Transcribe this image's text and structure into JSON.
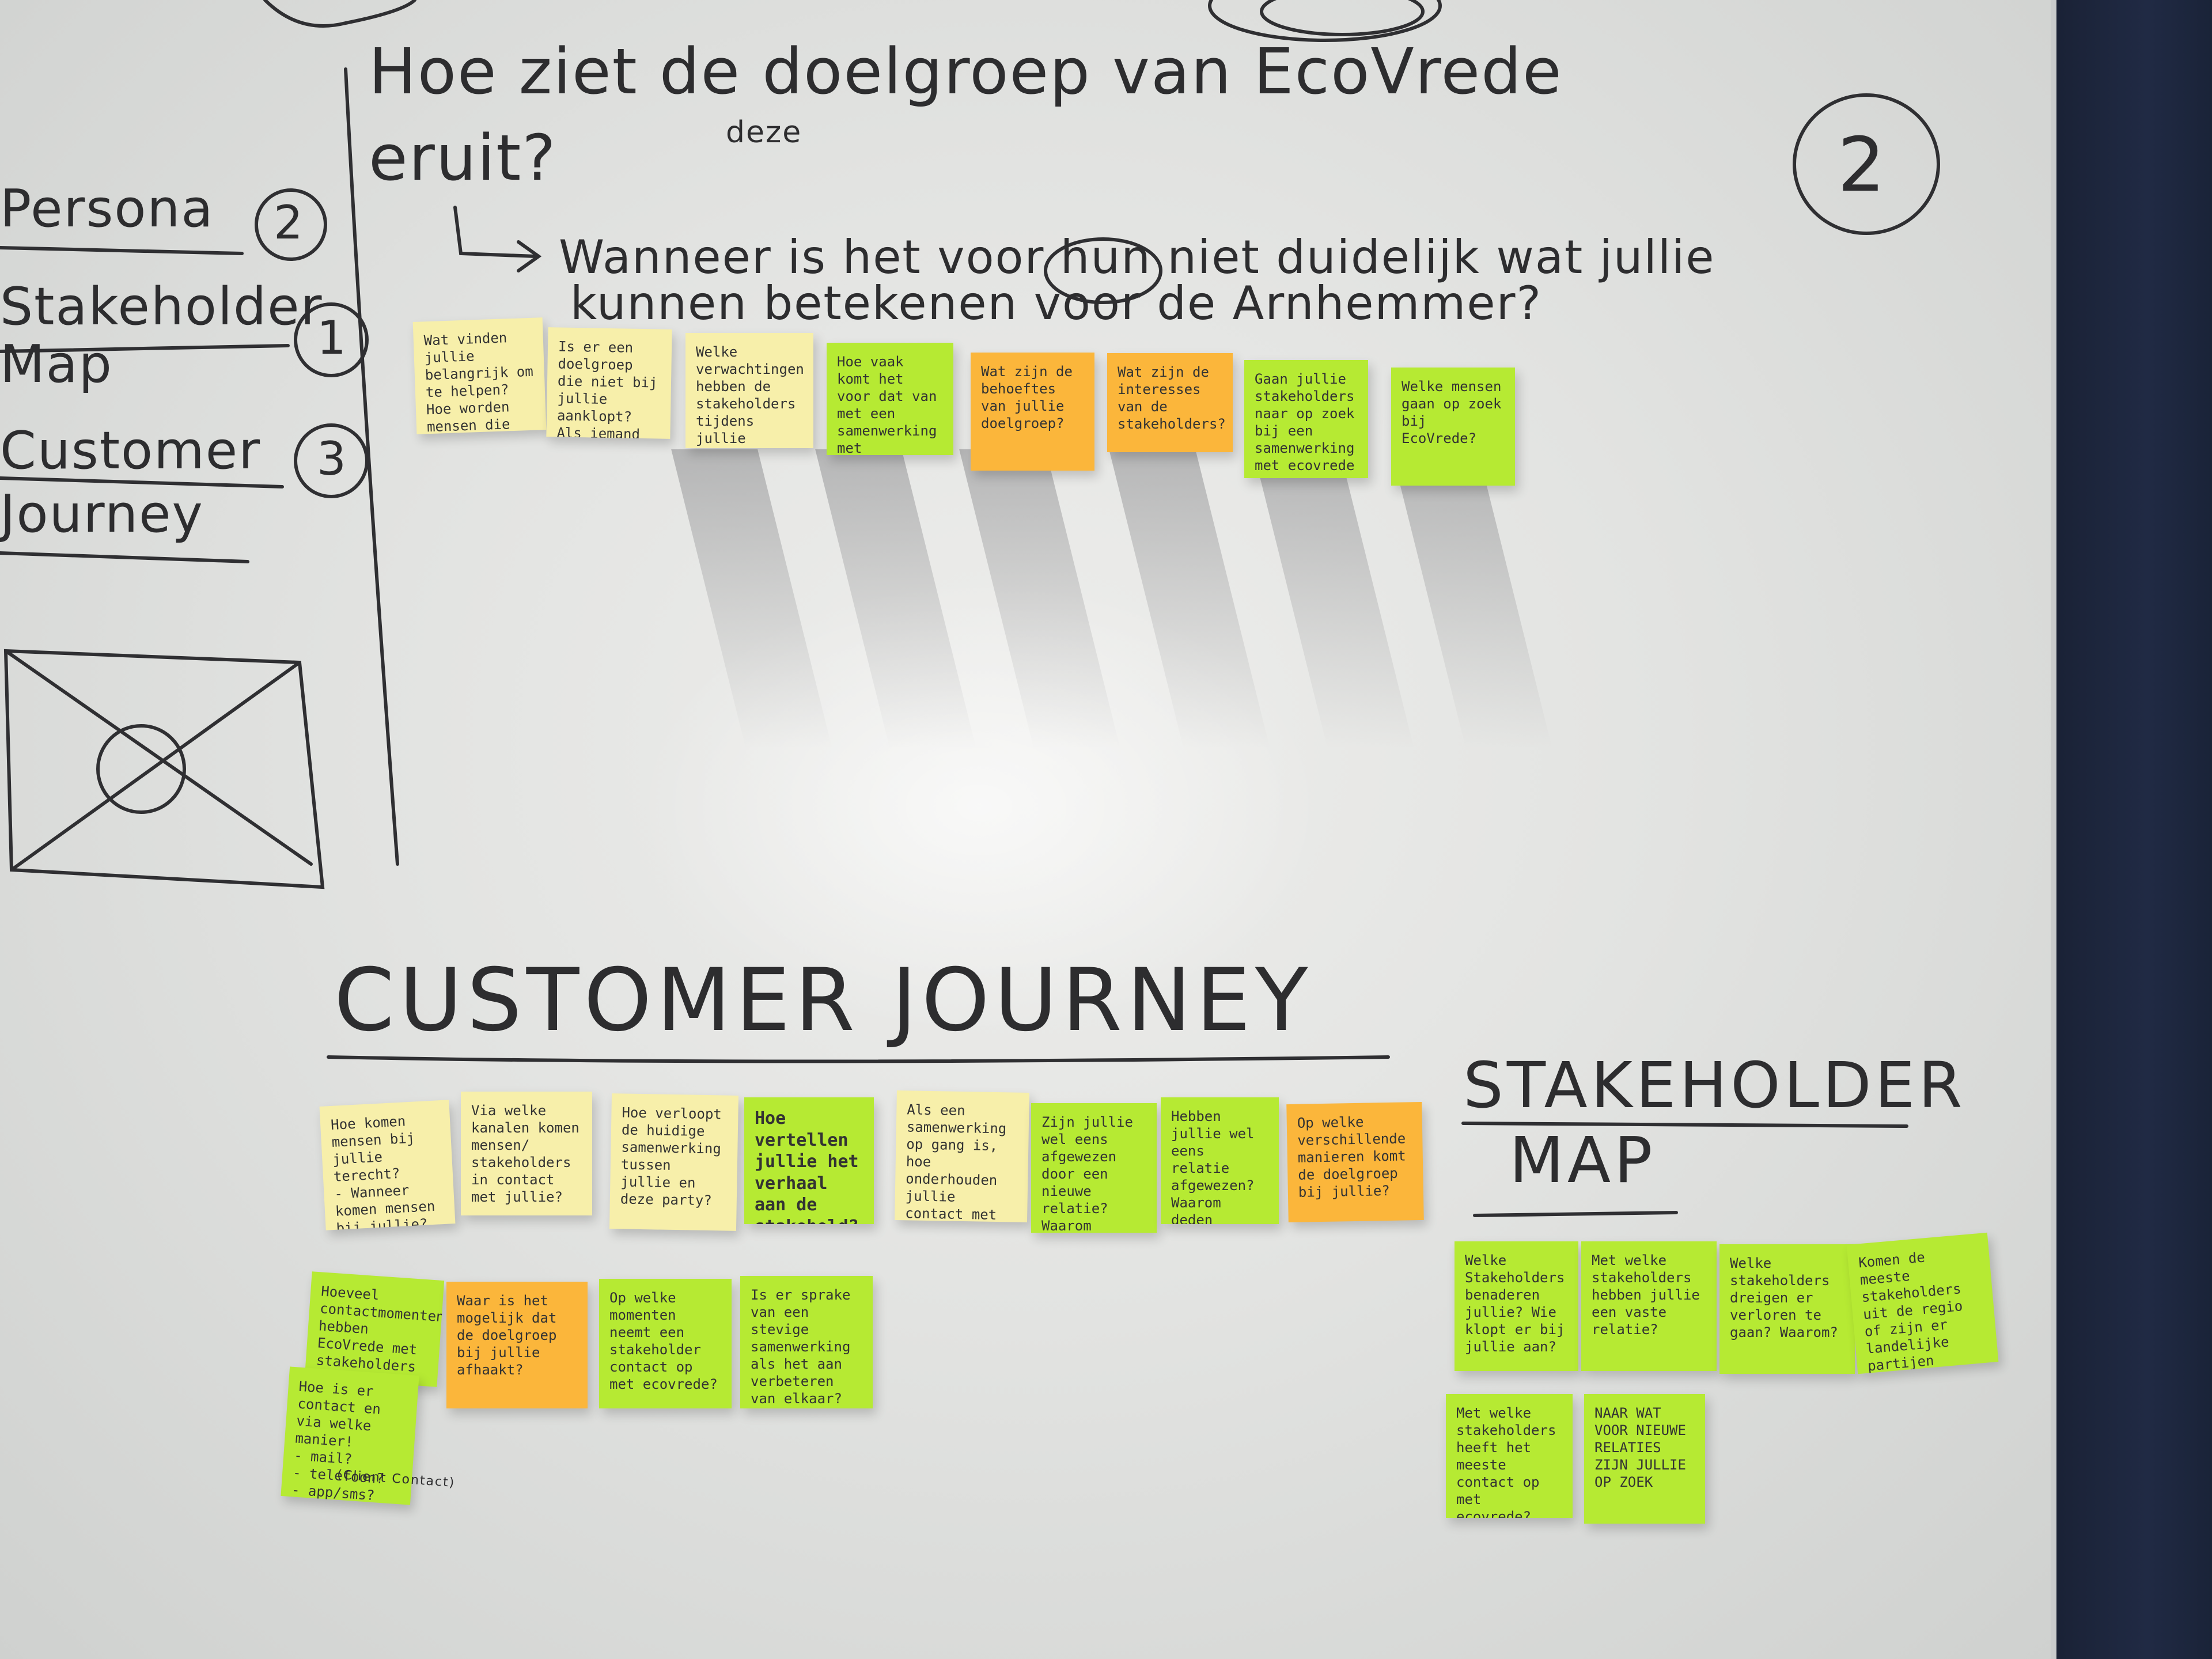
{
  "heading": {
    "question_line1": "Hoe ziet de doelgroep van EcoVrede",
    "question_insert": "deze",
    "question_line2": "eruit?",
    "question_number": "2",
    "sub_line1": "Wanneer is het voor hun niet duidelijk wat jullie",
    "sub_line2": "kunnen betekenen voor de Arnhemmer?"
  },
  "sidebar": {
    "items": [
      {
        "label": "Persona",
        "number": "2"
      },
      {
        "label": "Stakeholder",
        "label2": "Map",
        "number": "1"
      },
      {
        "label": "Customer",
        "label2": "Journey",
        "number": "3"
      }
    ]
  },
  "section_titles": {
    "customer_journey": "CUSTOMER JOURNEY",
    "stakeholder_line1": "STAKEHOLDER",
    "stakeholder_line2": "MAP"
  },
  "top_notes": [
    {
      "color": "yellow",
      "text": "Wat vinden jullie belangrijk om te helpen? Hoe worden mensen die twijfelen\ngeholpen?"
    },
    {
      "color": "yellow",
      "text": "Is er een doelgroep die niet bij jullie aanklopt? Als iemand niet weet wat ze zoeken"
    },
    {
      "color": "yellow",
      "text": "Welke verwachtingen hebben de stakeholders tijdens jullie samenwerking?"
    },
    {
      "color": "green",
      "text": "Hoe vaak komt het voor dat van met een samenwerking met doelgroep?"
    },
    {
      "color": "orange",
      "text": "Wat zijn de behoeftes van jullie doelgroep?"
    },
    {
      "color": "orange",
      "text": "Wat zijn de interesses van de stakeholders?"
    },
    {
      "color": "green",
      "text": "Gaan jullie stakeholders naar op zoek bij een samenwerking met ecovrede"
    },
    {
      "color": "green",
      "text": "Welke mensen gaan op zoek bij EcoVrede?"
    }
  ],
  "journey_notes_row1": [
    {
      "color": "yellow",
      "text": "Hoe komen mensen bij jullie terecht?\n- Wanneer komen mensen bij jullie?\n- Is er een bepaald type die vaker terug komt?"
    },
    {
      "color": "yellow",
      "text": "Via welke kanalen komen mensen/ stakeholders in contact met jullie?"
    },
    {
      "color": "yellow",
      "text": "Hoe verloopt de huidige samenwerking tussen jullie en deze party?"
    },
    {
      "color": "green",
      "big": true,
      "text": "Hoe vertellen jullie het verhaal aan de stakehold?"
    },
    {
      "color": "yellow",
      "text": "Als een samenwerking op gang is, hoe onderhouden jullie contact met elkaar?"
    },
    {
      "color": "green",
      "text": "Zijn jullie wel eens afgewezen door een nieuwe relatie? Waarom gebeurde dit?"
    },
    {
      "color": "green",
      "text": "Hebben jullie wel eens relatie afgewezen? Waarom deden jullie dit?"
    },
    {
      "color": "orange",
      "text": "Op welke verschillende manieren komt de doelgroep bij jullie?"
    }
  ],
  "journey_notes_row2": [
    {
      "color": "green",
      "text": "Hoeveel contactmomenten hebben EcoVrede met stakeholders per maand in overzicht?"
    },
    {
      "color": "orange",
      "text": "Waar is het mogelijk dat de doelgroep bij jullie afhaakt?"
    },
    {
      "color": "green",
      "text": "Op welke momenten neemt een stakeholder contact op met ecovrede?"
    },
    {
      "color": "green",
      "text": "Is er sprake van een stevige samenwerking als het aan verbeteren van elkaar?"
    },
    {
      "color": "green",
      "text": "Hoe is er contact en via welke manier!\n- mail?\n- telefoon?\n- app/sms?\n- socials?"
    }
  ],
  "stakeholder_notes_row1": [
    {
      "color": "green",
      "text": "Welke Stakeholders benaderen jullie? Wie klopt er bij jullie aan?"
    },
    {
      "color": "green",
      "text": "Met welke stakeholders hebben jullie een vaste relatie?"
    },
    {
      "color": "green",
      "text": "Welke stakeholders dreigen er verloren te gaan? Waarom?"
    },
    {
      "color": "green",
      "text": "Komen de meeste stakeholders uit de regio of zijn er landelijke partijen betrokken?"
    }
  ],
  "stakeholder_notes_row2": [
    {
      "color": "green",
      "text": "Met welke stakeholders heeft het meeste contact op met ecovrede?"
    },
    {
      "color": "green",
      "text": "NAAR WAT VOOR NIEUWE RELATIES ZIJN JULLIE OP ZOEK"
    }
  ],
  "small_label": "(Client Contact)"
}
